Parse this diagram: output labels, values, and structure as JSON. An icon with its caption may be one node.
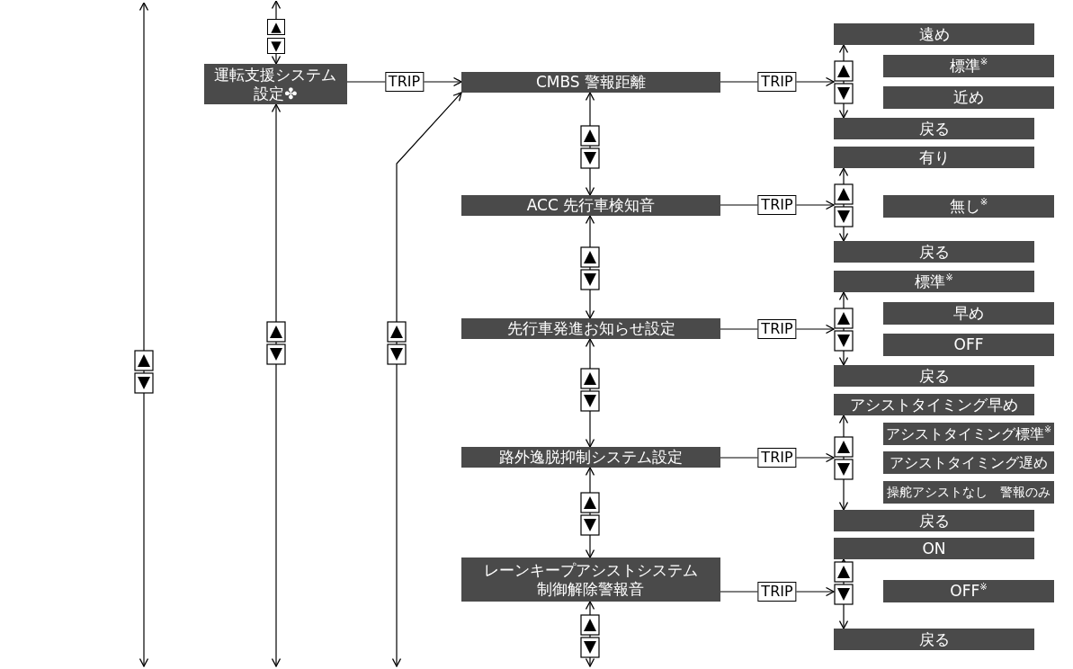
{
  "diagram": {
    "nodes": [
      {
        "text": [
          "運転支援システム設定✤"
        ]
      },
      {
        "text": [
          "CMBS 警報距離"
        ]
      },
      {
        "text": [
          "ACC 先行車検知音"
        ]
      },
      {
        "text": [
          "先行車発進お知らせ設定"
        ]
      },
      {
        "text": [
          "路外逸脱抑制システム設定"
        ]
      },
      {
        "text": [
          "レーンキープアシストシステム制御解除警報音"
        ]
      },
      {
        "text": [
          "遠め"
        ]
      },
      {
        "text": [
          "標準$^{※}$"
        ]
      },
      {
        "text": [
          "近め"
        ]
      },
      {
        "text": [
          "戻る"
        ]
      },
      {
        "text": [
          "有り"
        ]
      },
      {
        "text": [
          "無し$^{※}$"
        ]
      },
      {
        "text": [
          "戻る"
        ]
      },
      {
        "text": [
          "標準$^{※}$"
        ]
      },
      {
        "text": [
          "早め"
        ]
      },
      {
        "text": [
          "OFF"
        ]
      },
      {
        "text": [
          "戻る"
        ]
      },
      {
        "text": [
          "アシストタイミング早め"
        ]
      },
      {
        "text": [
          "アシストタイミング標準$^{※}$"
        ]
      },
      {
        "text": [
          "アシストタイミング遅め"
        ]
      },
      {
        "text": [
          "操舵アシストなし　警報のみ"
        ]
      },
      {
        "text": [
          "戻る"
        ]
      },
      {
        "text": [
          "ON"
        ]
      },
      {
        "text": [
          "OFF$^{※}$"
        ]
      },
      {
        "text": [
          "戻る"
        ]
      },
      {
        "text": [
          "▲"
        ]
      },
      {
        "text": [
          "▼"
        ]
      }
    ],
    "edges": [
      {
        "from": 25,
        "to": null,
        "arrow": "to"
      },
      {
        "from": 0,
        "to": null,
        "arrow": "both"
      },
      {
        "from": null,
        "to": 1,
        "arrow": "both"
      },
      {
        "from": 0,
        "to": 1,
        "arrow": "to",
        "label": "TRIP"
      },
      {
        "from": 1,
        "to": 2,
        "arrow": "both"
      },
      {
        "from": 2,
        "to": 3,
        "arrow": "both"
      },
      {
        "from": 3,
        "to": 4,
        "arrow": "both"
      },
      {
        "from": 4,
        "to": 5,
        "arrow": "both"
      },
      {
        "from": 5,
        "to": null,
        "arrow": "both"
      },
      {
        "from": 1,
        "to": 6,
        "arrow": "to",
        "label": "TRIP"
      },
      {
        "from": 6,
        "to": 9,
        "arrow": "both"
      },
      {
        "from": 2,
        "to": 10,
        "arrow": "to",
        "label": "TRIP"
      },
      {
        "from": 10,
        "to": 12,
        "arrow": "both"
      },
      {
        "from": 3,
        "to": 13,
        "arrow": "to",
        "label": "TRIP"
      },
      {
        "from": 13,
        "to": 16,
        "arrow": "both"
      },
      {
        "from": 4,
        "to": 17,
        "arrow": "to",
        "label": "TRIP"
      },
      {
        "from": 17,
        "to": 21,
        "arrow": "both"
      },
      {
        "from": 5,
        "to": 22,
        "arrow": "to",
        "label": "TRIP"
      },
      {
        "from": 22,
        "to": 24,
        "arrow": "both"
      },
      {
        "from": 26,
        "to": 0,
        "arrow": "to"
      }
    ]
  }
}
